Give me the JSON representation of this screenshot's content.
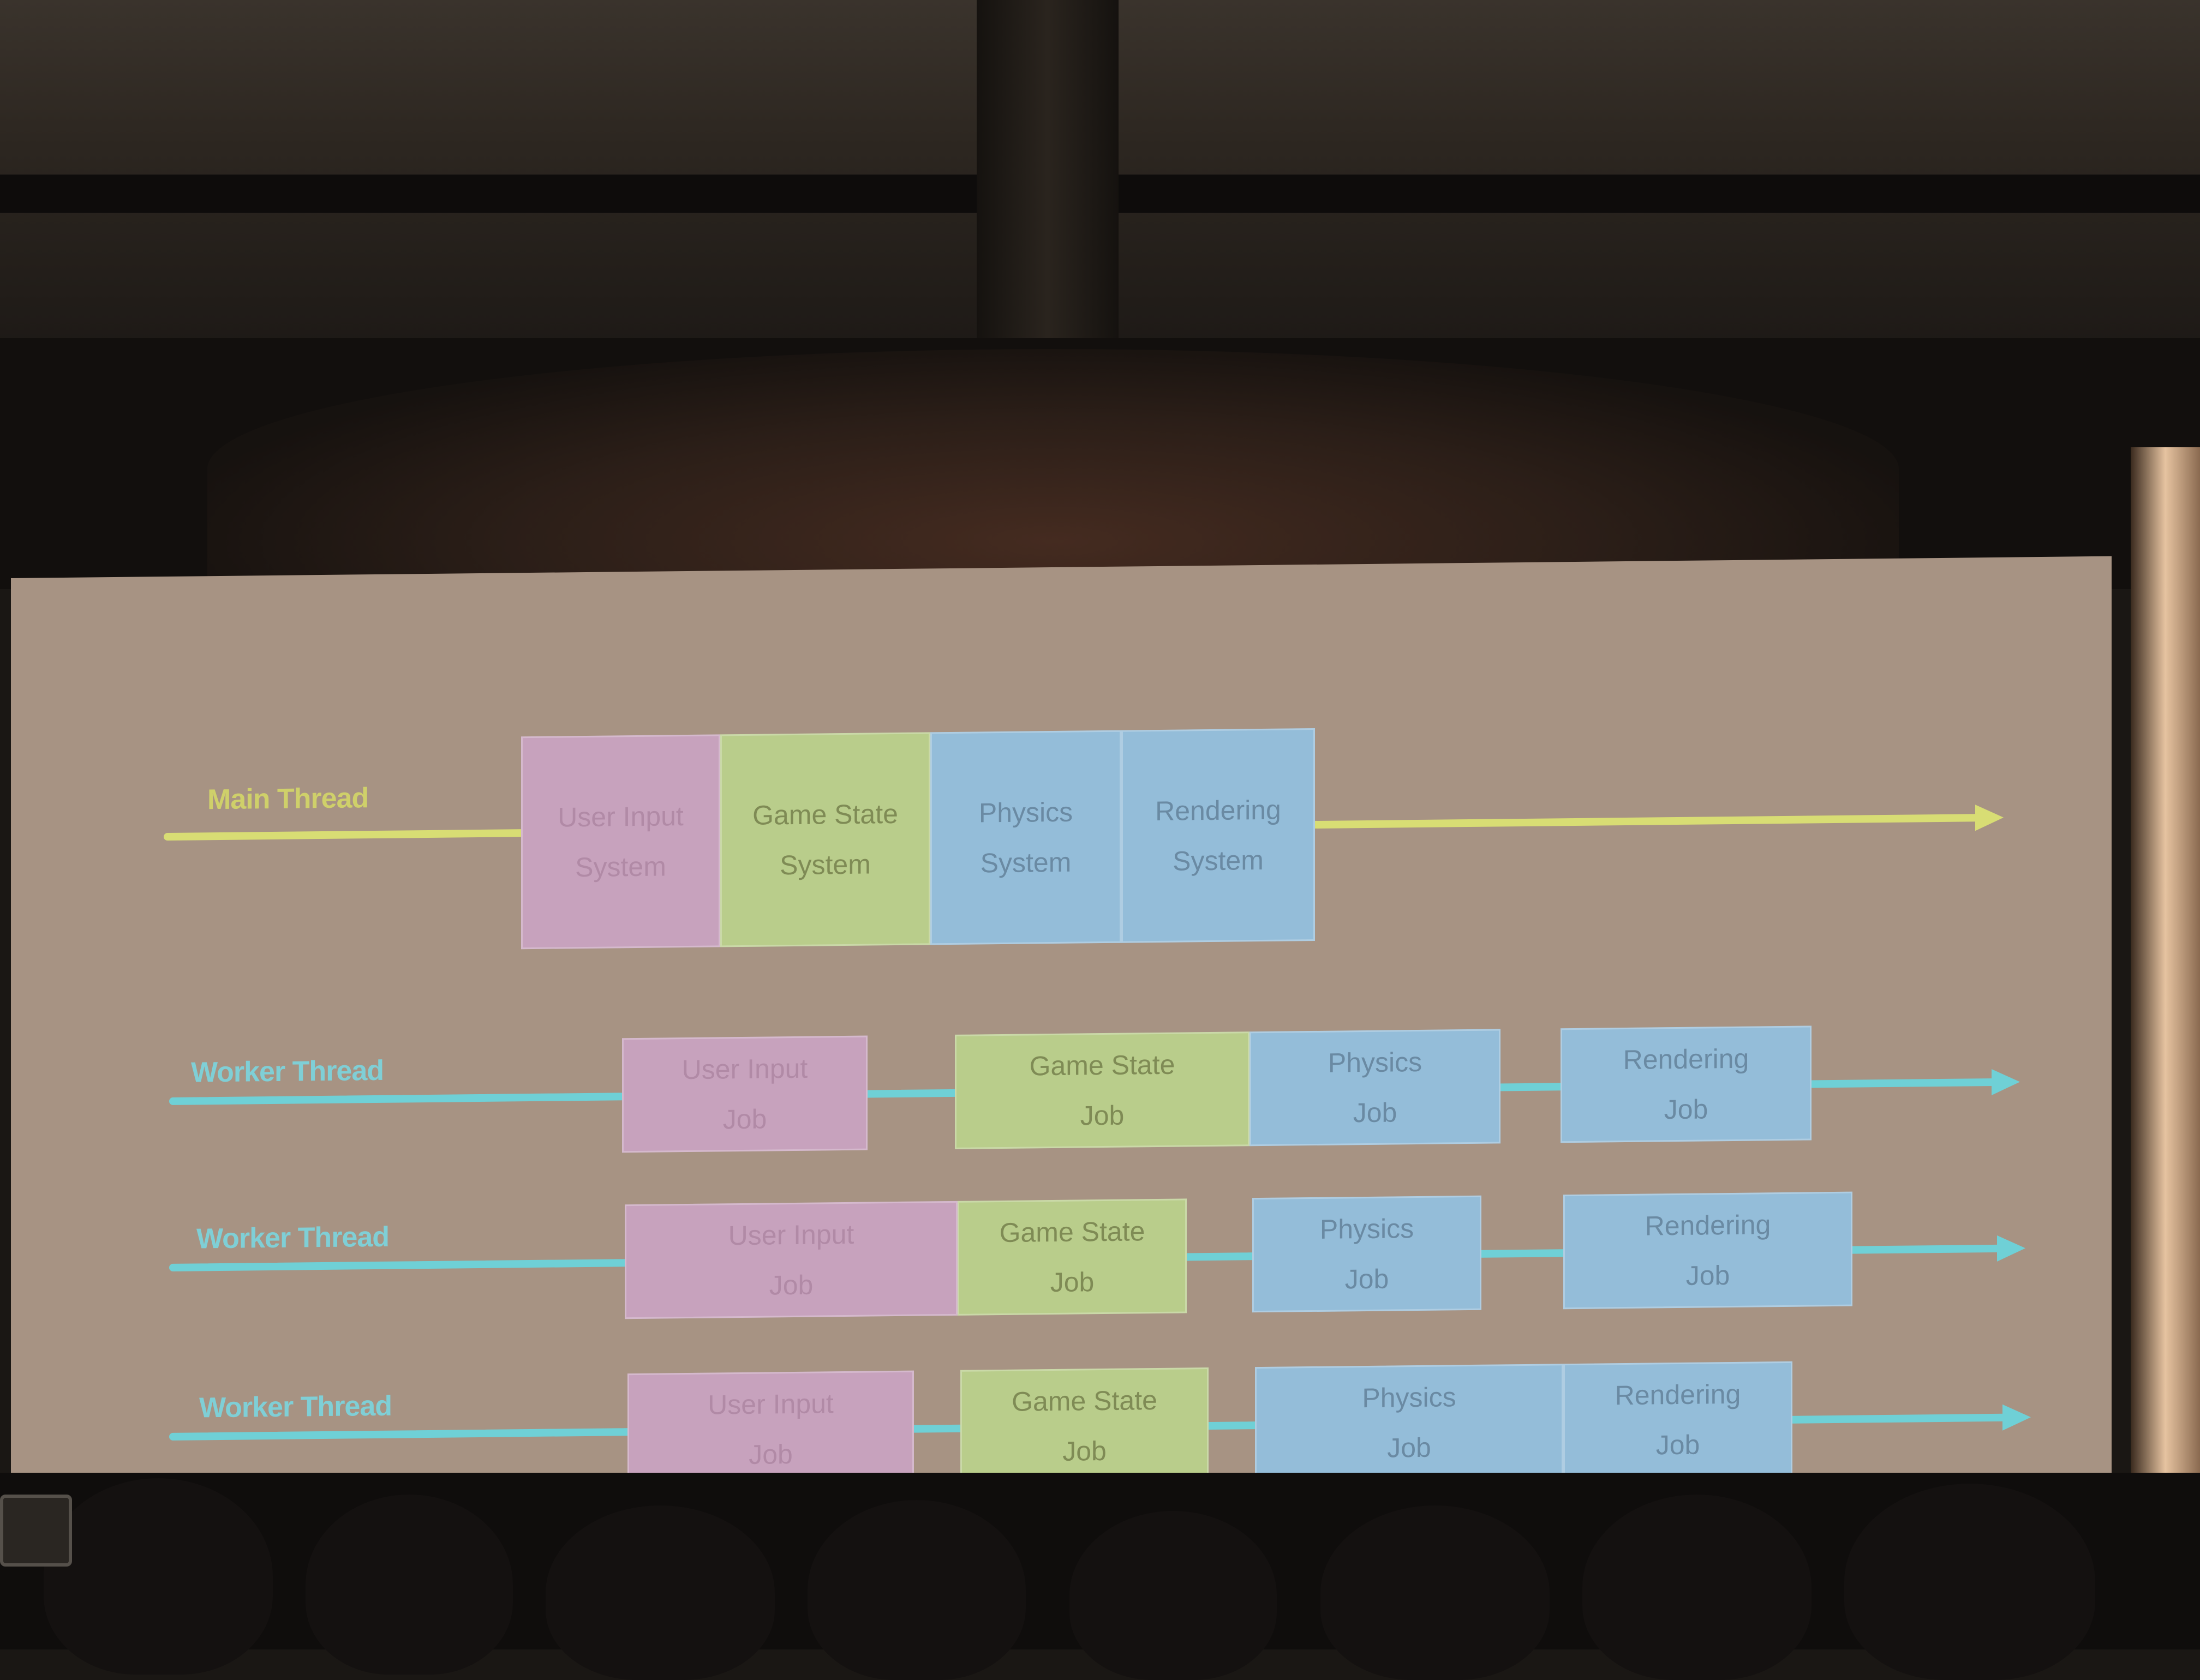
{
  "slide": {
    "main_thread": {
      "label": "Main Thread",
      "boxes": [
        {
          "line1": "User Input",
          "line2": "System",
          "color": "pink"
        },
        {
          "line1": "Game State",
          "line2": "System",
          "color": "green"
        },
        {
          "line1": "Physics",
          "line2": "System",
          "color": "blue"
        },
        {
          "line1": "Rendering",
          "line2": "System",
          "color": "blue"
        }
      ]
    },
    "worker_threads": [
      {
        "label": "Worker Thread",
        "boxes": [
          {
            "line1": "User Input",
            "line2": "Job",
            "color": "pink"
          },
          {
            "line1": "Game State",
            "line2": "Job",
            "color": "green"
          },
          {
            "line1": "Physics",
            "line2": "Job",
            "color": "blue"
          },
          {
            "line1": "Rendering",
            "line2": "Job",
            "color": "blue"
          }
        ]
      },
      {
        "label": "Worker Thread",
        "boxes": [
          {
            "line1": "User Input",
            "line2": "Job",
            "color": "pink"
          },
          {
            "line1": "Game State",
            "line2": "Job",
            "color": "green"
          },
          {
            "line1": "Physics",
            "line2": "Job",
            "color": "blue"
          },
          {
            "line1": "Rendering",
            "line2": "Job",
            "color": "blue"
          }
        ]
      },
      {
        "label": "Worker Thread",
        "boxes": [
          {
            "line1": "User Input",
            "line2": "Job",
            "color": "pink"
          },
          {
            "line1": "Game State",
            "line2": "Job",
            "color": "green"
          },
          {
            "line1": "Physics",
            "line2": "Job",
            "color": "blue"
          },
          {
            "line1": "Rendering",
            "line2": "Job",
            "color": "blue"
          }
        ]
      }
    ],
    "colors": {
      "main_line": "#d8dd74",
      "worker_line": "#6fd0d6",
      "pink": "#c7a2bd",
      "green": "#b9cd8b",
      "blue": "#94bdd9"
    }
  }
}
